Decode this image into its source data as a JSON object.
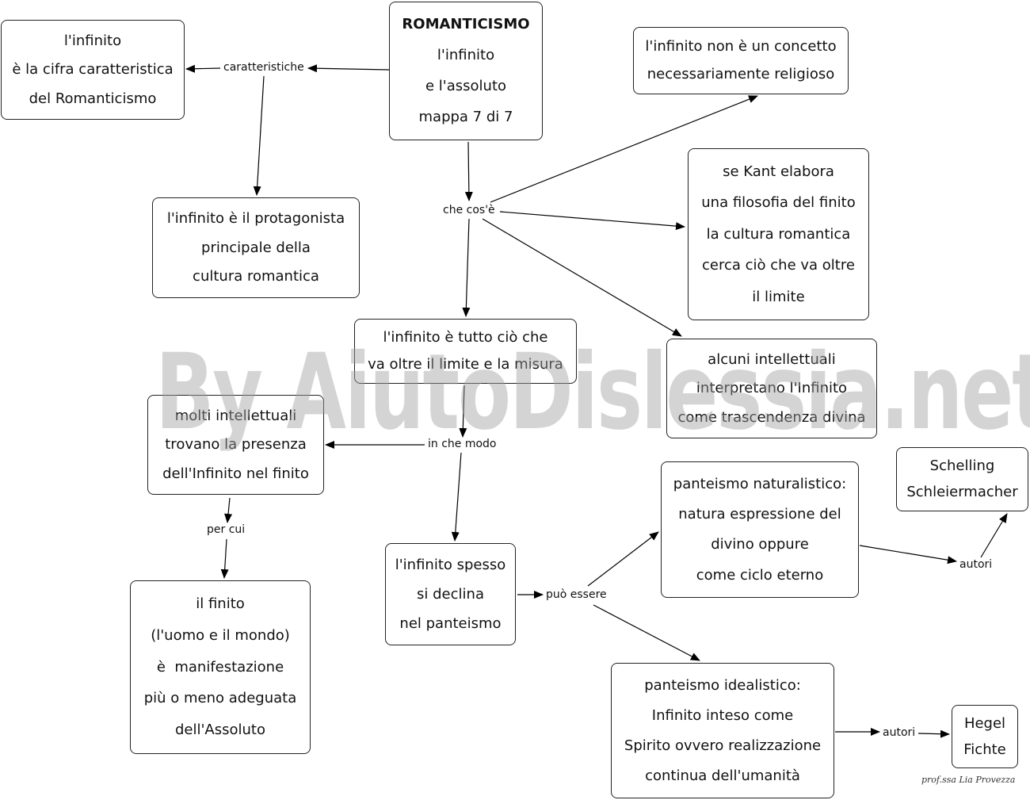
{
  "nodes": {
    "title": {
      "heading": "ROMANTICISMO",
      "lines": [
        "l'infinito",
        "e l'assoluto",
        "mappa 7 di 7"
      ]
    },
    "infinito_cifra": {
      "lines": [
        "l'infinito",
        "è la cifra caratteristica",
        "del Romanticismo"
      ]
    },
    "infinito_protagonista": {
      "lines": [
        "l'infinito è il protagonista",
        "principale della",
        "cultura romantica"
      ]
    },
    "non_religioso": {
      "lines": [
        "l'infinito non è un concetto",
        "necessariamente religioso"
      ]
    },
    "kant": {
      "lines": [
        "se Kant elabora",
        "una filosofia del finito",
        "la cultura romantica",
        "cerca ciò che va oltre",
        "il limite"
      ]
    },
    "tutto_cio": {
      "lines": [
        "l'infinito è tutto ciò che",
        "va oltre il limite e la misura"
      ]
    },
    "trascendenza": {
      "lines": [
        "alcuni intellettuali",
        "interpretano l'Infinito",
        "come trascendenza divina"
      ]
    },
    "molti_intellettuali": {
      "lines": [
        "molti intellettuali",
        "trovano la presenza",
        "dell'Infinito nel finito"
      ]
    },
    "finito": {
      "lines": [
        "il finito",
        "(l'uomo e il mondo)",
        "è  manifestazione",
        "più o meno adeguata",
        "dell'Assoluto"
      ]
    },
    "panteismo": {
      "lines": [
        "l'infinito spesso",
        "si declina",
        "nel panteismo"
      ]
    },
    "naturalistico": {
      "lines": [
        "panteismo naturalistico:",
        "natura espressione del",
        "divino oppure",
        "come ciclo eterno"
      ]
    },
    "schelling": {
      "lines": [
        "Schelling",
        "Schleiermacher"
      ]
    },
    "idealistico": {
      "lines": [
        "panteismo idealistico:",
        "Infinito inteso come",
        "Spirito ovvero realizzazione",
        "continua dell'umanità"
      ]
    },
    "hegel": {
      "lines": [
        "Hegel",
        "Fichte"
      ]
    }
  },
  "links": {
    "caratteristiche": "caratteristiche",
    "che_cose": "che cos'è",
    "in_che_modo": "in che modo",
    "per_cui": "per cui",
    "puo_essere": "può essere",
    "autori_1": "autori",
    "autori_2": "autori"
  },
  "watermark": "By AiutoDislessia.net",
  "signature": "prof.ssa Lia Provezza"
}
